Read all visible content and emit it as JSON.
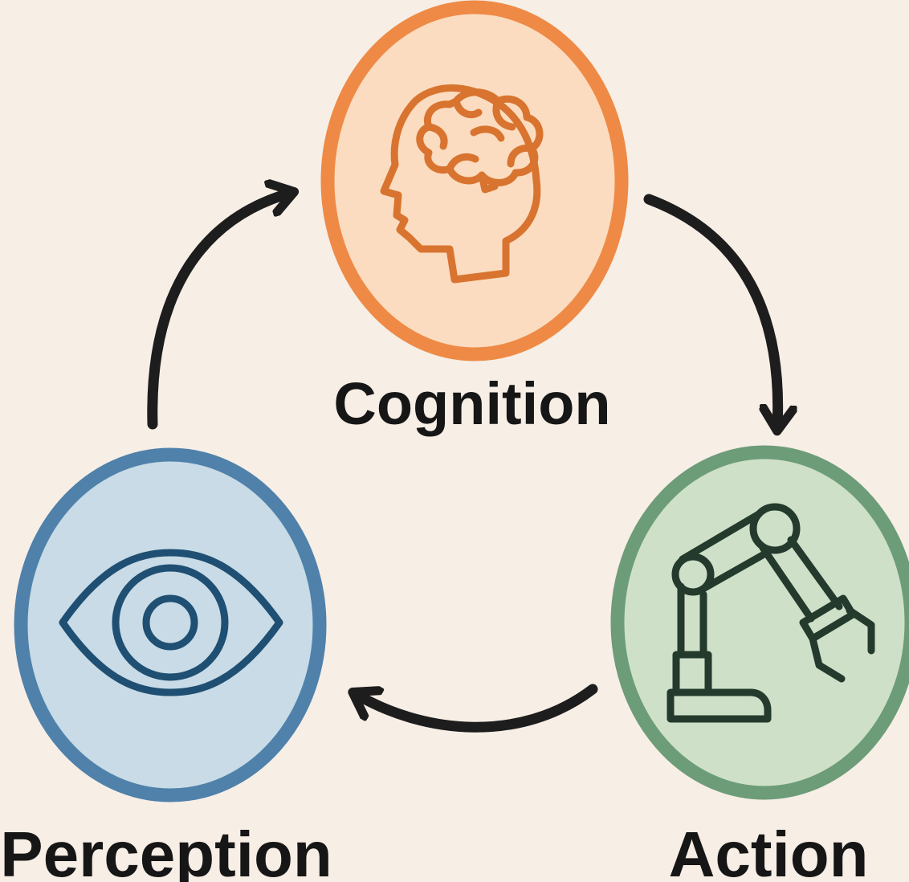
{
  "nodes": {
    "cognition": {
      "label": "Cognition",
      "icon": "brain-head-icon",
      "fill": "#fbdcc0",
      "stroke": "#ee8a45",
      "icon_color": "#d8742f"
    },
    "action": {
      "label": "Action",
      "icon": "robot-arm-icon",
      "fill": "#cfe0c9",
      "stroke": "#6d9c78",
      "icon_color": "#243a2c"
    },
    "perception": {
      "label": "Perception",
      "icon": "eye-icon",
      "fill": "#c8dbe6",
      "stroke": "#4f81aa",
      "icon_color": "#1f4f72"
    }
  },
  "arrows": [
    {
      "from": "perception",
      "to": "cognition"
    },
    {
      "from": "cognition",
      "to": "action"
    },
    {
      "from": "action",
      "to": "perception"
    }
  ],
  "colors": {
    "background": "#f7eee6",
    "arrow": "#1d1d1d",
    "text": "#161616"
  }
}
